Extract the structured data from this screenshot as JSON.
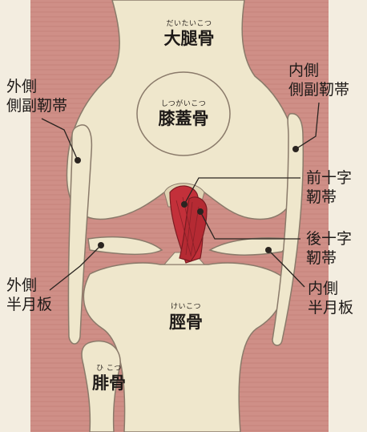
{
  "labels": {
    "femur": {
      "ruby": "だいたいこつ",
      "text": "大腿骨"
    },
    "patella": {
      "ruby": "しつがいこつ",
      "text": "膝蓋骨"
    },
    "tibia": {
      "ruby": "けいこつ",
      "text": "脛骨"
    },
    "fibula": {
      "ruby": "ひ こつ",
      "text": "腓骨"
    },
    "lateral_collateral": {
      "line1": "外側",
      "line2": "側副靭帯"
    },
    "medial_collateral": {
      "line1": "内側",
      "line2": "側副靭帯"
    },
    "acl": {
      "line1": "前十字",
      "line2": "靭帯"
    },
    "pcl": {
      "line1": "後十字",
      "line2": "靭帯"
    },
    "lateral_meniscus": {
      "line1": "外側",
      "line2": "半月板"
    },
    "medial_meniscus": {
      "line1": "内側",
      "line2": "半月板"
    }
  },
  "colors": {
    "background_muscle": "#cf8f87",
    "bone": "#efe7cc",
    "bone_outline": "#8a7a6a",
    "ligament": "#c3303a",
    "meniscus": "#efe7cc",
    "leader_line": "#2a2420"
  }
}
